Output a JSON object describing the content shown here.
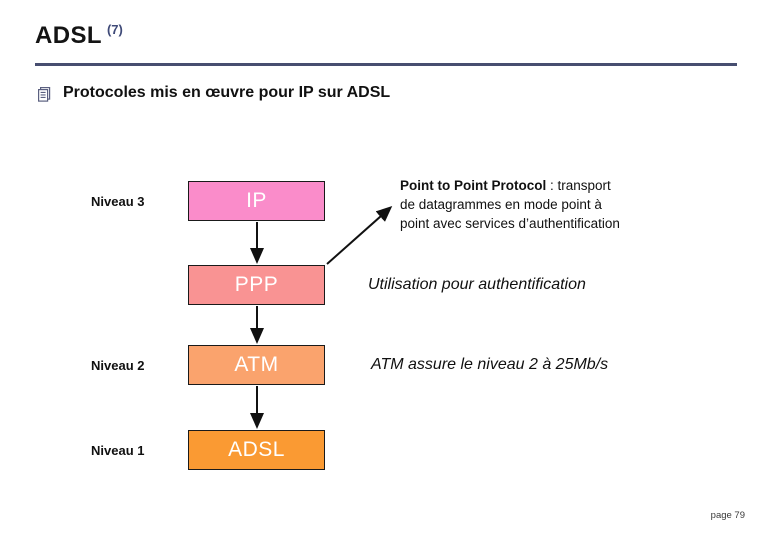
{
  "header": {
    "title": "ADSL",
    "superscript": "(7)",
    "bullet_text": "Protocoles mis en œuvre pour IP sur ADSL",
    "bullet_icon": "documents-icon"
  },
  "diagram": {
    "levels": [
      {
        "label": "Niveau 3"
      },
      {
        "label": "Niveau 2"
      },
      {
        "label": "Niveau 1"
      }
    ],
    "boxes": [
      {
        "name": "IP",
        "label": "IP",
        "color": "#fa8cca"
      },
      {
        "name": "PPP",
        "label": "PPP",
        "color": "#f99393"
      },
      {
        "name": "ATM",
        "label": "ATM",
        "color": "#faa36d"
      },
      {
        "name": "ADSL",
        "label": "ADSL",
        "color": "#fa9a33"
      }
    ],
    "notes": {
      "ppp_bold": "Point to Point Protocol",
      "ppp_line1_rest": " : transport",
      "ppp_line2": "de datagrammes en mode point à",
      "ppp_line3": "point avec services d’authentification",
      "ppp_usage": "Utilisation pour authentification",
      "atm_note": "ATM assure le niveau 2 à 25Mb/s"
    }
  },
  "footer": {
    "page_label": "page 79"
  },
  "colors": {
    "rule": "#474e70",
    "title_superscript": "#3f4a78",
    "bullet_icon": "#5b6080",
    "box_border": "#1a1a1a",
    "box_text": "#ffffff",
    "arrow": "#111111"
  }
}
